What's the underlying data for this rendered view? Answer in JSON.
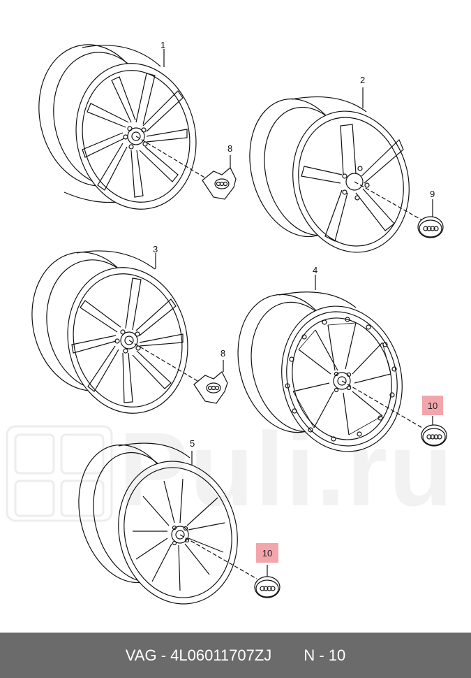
{
  "callouts": {
    "c1": "1",
    "c2": "2",
    "c3": "3",
    "c4": "4",
    "c5": "5",
    "c8a": "8",
    "c8b": "8",
    "c9": "9",
    "c10a": "10",
    "c10b": "10"
  },
  "watermark": {
    "text": "Puli.ru"
  },
  "footer": {
    "part_code": "VAG - 4L06011707ZJ",
    "page_ref": "N - 10"
  },
  "colors": {
    "highlight": "#f2a6ac",
    "footer_bg": "#6b6b6b",
    "line": "#111111"
  }
}
